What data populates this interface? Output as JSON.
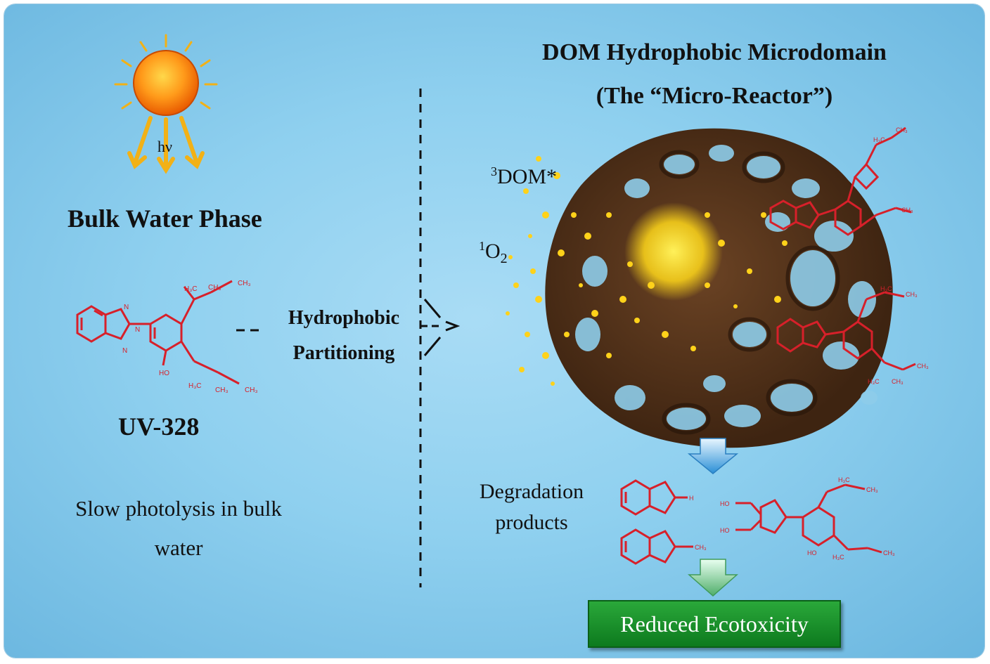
{
  "left_panel": {
    "hv": "hν",
    "title": "Bulk Water Phase",
    "compound": "UV-328",
    "slow_text": "Slow photolysis in bulk water"
  },
  "partition_label": "Hydrophobic Partitioning",
  "right_panel": {
    "title": "DOM Hydrophobic Microdomain",
    "subtitle": "(The “Micro-Reactor”)",
    "triplet_sup": "3",
    "triplet_label": "DOM*",
    "singlet_sup": "1",
    "singlet_label": "O",
    "singlet_sub": "2",
    "degradation_label": "Degradation products",
    "outcome": "Reduced Ecotoxicity"
  },
  "colors": {
    "molecule": "#d7202a",
    "particle": "#4a2c17",
    "sparkle": "#ffd21a",
    "sun_core": "#ff7a00",
    "ray": "#f2b116",
    "outcome_bg": "#1c9630"
  }
}
